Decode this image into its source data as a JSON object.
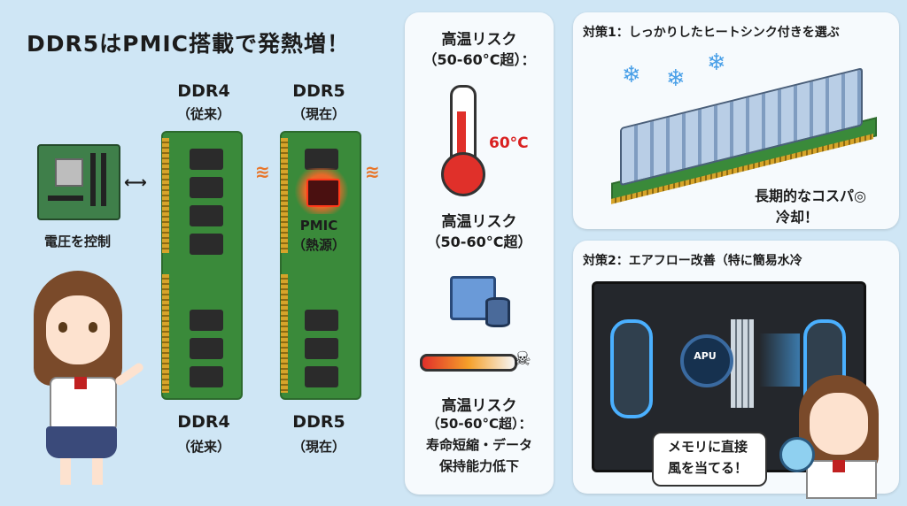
{
  "title": "DDR5はPMIC搭載で発熱増！",
  "left": {
    "ddr4_top": "DDR4",
    "ddr4_top_sub": "（従来）",
    "ddr5_top": "DDR5",
    "ddr5_top_sub": "（現在）",
    "voltage_label": "電圧を控制",
    "pmic_label": "PMIC",
    "pmic_sub": "（熱源）",
    "ddr4_bottom": "DDR4",
    "ddr4_bottom_sub": "（従来）",
    "ddr5_bottom": "DDR5",
    "ddr5_bottom_sub": "（現在）"
  },
  "middle": {
    "risk1_line1": "高温リスク",
    "risk1_line2": "（50-60°C超）：",
    "temp_value": "60°C",
    "risk2_line1": "高温リスク",
    "risk2_line2": "（50-60°C超）",
    "risk3_line1": "高温リスク",
    "risk3_line2": "（50-60°C超）：",
    "risk3_line3": "寿命短縮・データ",
    "risk3_line4": "保持能力低下"
  },
  "right": {
    "measure1_title": "対策1：しっかりしたヒートシンク付きを選ぶ",
    "measure1_note1": "長期的なコスパ◎",
    "measure1_note2": "冷却！",
    "measure2_title": "対策2：エアフロー改善（特に簡易水冷",
    "apu_label": "APU",
    "bubble1": "メモリに直接",
    "bubble2": "風を当てる！"
  },
  "colors": {
    "background": "#cfe6f5",
    "pcb_green": "#3a8a3a",
    "heat_red": "#d92020",
    "heatsink_blue": "#9cb8d8"
  }
}
